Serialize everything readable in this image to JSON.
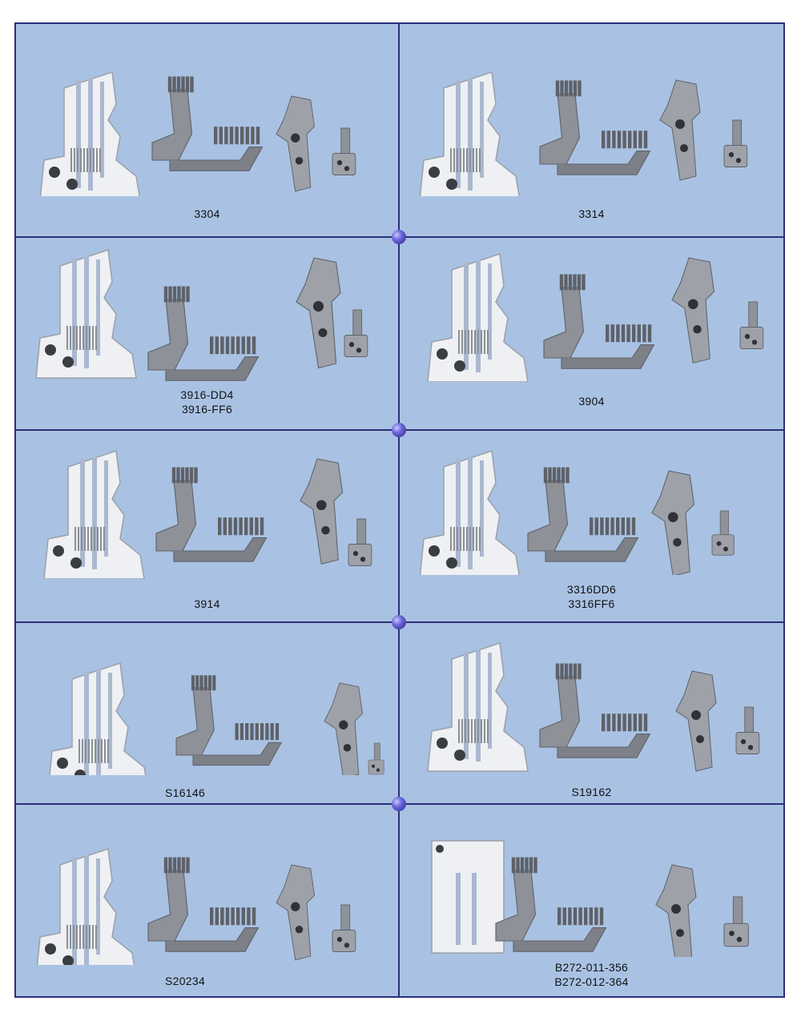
{
  "catalog": {
    "items": [
      {
        "lines": [
          "3304"
        ]
      },
      {
        "lines": [
          "3314"
        ]
      },
      {
        "lines": [
          "3916-DD4",
          "3916-FF6"
        ]
      },
      {
        "lines": [
          "3904"
        ]
      },
      {
        "lines": [
          "3914"
        ]
      },
      {
        "lines": [
          "3316DD6",
          "3316FF6"
        ]
      },
      {
        "lines": [
          "S16146"
        ]
      },
      {
        "lines": [
          "S19162"
        ]
      },
      {
        "lines": [
          "S20234"
        ]
      },
      {
        "lines": [
          "B272-011-356",
          "B272-012-364"
        ]
      }
    ]
  },
  "colors": {
    "panel": "#a9c2e3",
    "border": "#2b2f7a",
    "metal_light": "#eef0f3",
    "metal_dark": "#5e6168",
    "dot": "#4b44c0"
  }
}
